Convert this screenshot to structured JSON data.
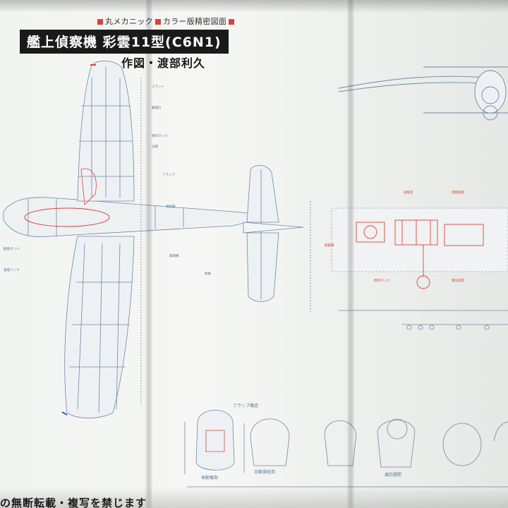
{
  "series_label": "丸メカニック",
  "series_subtitle": "カラー版精密図面",
  "title": "艦上偵察機 彩雲11型(C6N1)",
  "author": "作図・渡部利久",
  "footer": "の無断転載・複写を禁じます",
  "annotations_blue": [
    "スラット",
    "翼端灯",
    "燃料タンク",
    "主脚",
    "フラップ",
    "補助翼",
    "無線機",
    "酸素ボンベ",
    "着艦フック",
    "尾輪"
  ],
  "annotations_red": [
    "発動機",
    "操縦席",
    "偵察員席",
    "電信員席",
    "燃料タンク"
  ],
  "section_labels": [
    "フラップ構造",
    "発動機架",
    "日動操舵用",
    "風防開閉"
  ],
  "colors": {
    "paper": "#f4f5f2",
    "line": "#6f86a6",
    "accent": "#e0403a",
    "title_bg": "#1a1a1a"
  }
}
